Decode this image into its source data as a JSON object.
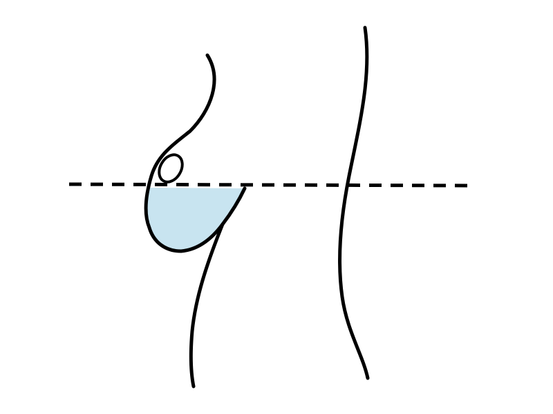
{
  "diagram": {
    "colors": {
      "background": "#ffffff",
      "stroke": "#000000",
      "fill": "#c8e4f0"
    },
    "elements": [
      "front-torso-outline",
      "breast-outline",
      "nipple-outline",
      "lower-breast-fill",
      "back-outline",
      "horizontal-reference-line"
    ],
    "reference_line": {
      "style": "dashed",
      "orientation": "horizontal"
    }
  }
}
